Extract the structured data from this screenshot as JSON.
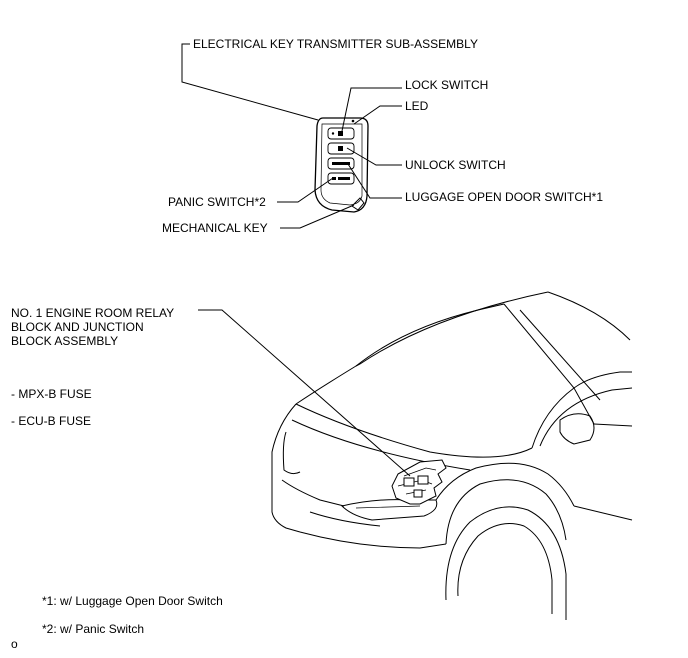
{
  "key_labels": {
    "transmitter": "ELECTRICAL KEY TRANSMITTER SUB-ASSEMBLY",
    "lock_switch": "LOCK SWITCH",
    "led": "LED",
    "unlock_switch": "UNLOCK SWITCH",
    "luggage_switch": "LUGGAGE OPEN DOOR SWITCH*1",
    "panic_switch": "PANIC SWITCH*2",
    "mechanical_key": "MECHANICAL KEY"
  },
  "relay_block": {
    "line1": "NO. 1 ENGINE ROOM RELAY",
    "line2": "BLOCK AND JUNCTION",
    "line3": "BLOCK ASSEMBLY",
    "fuses": [
      "- MPX-B FUSE",
      "- ECU-B FUSE"
    ]
  },
  "notes": {
    "note1": "*1: w/ Luggage Open Door Switch",
    "note2": "*2: w/ Panic Switch",
    "corner": "o"
  }
}
